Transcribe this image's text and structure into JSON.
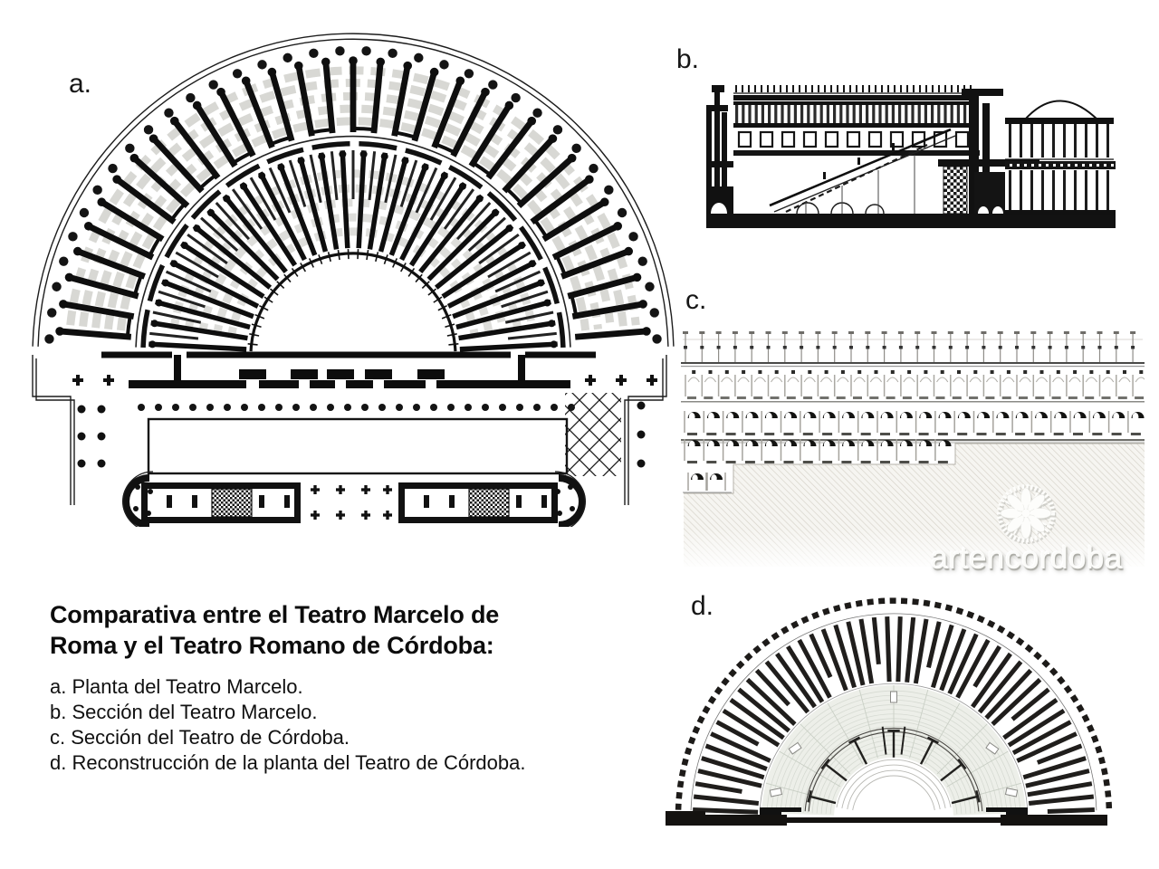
{
  "panel_labels": {
    "a": "a.",
    "b": "b.",
    "c": "c.",
    "d": "d."
  },
  "caption": {
    "title_line1": "Comparativa entre el Teatro Marcelo de",
    "title_line2": "Roma y el Teatro Romano de Córdoba:",
    "items": [
      {
        "key": "a",
        "text": "a. Planta del Teatro Marcelo."
      },
      {
        "key": "b",
        "text": "b. Sección del Teatro Marcelo."
      },
      {
        "key": "c",
        "text": "c. Sección del Teatro de Córdoba."
      },
      {
        "key": "d",
        "text": "d. Reconstrucción de la planta del Teatro de Córdoba."
      }
    ]
  },
  "figures": {
    "a": {
      "label": "a.",
      "description": "Planta del Teatro Marcelo"
    },
    "b": {
      "label": "b.",
      "description": "Sección del Teatro Marcelo"
    },
    "c": {
      "label": "c.",
      "description": "Sección del Teatro de Córdoba"
    },
    "d": {
      "label": "d.",
      "description": "Reconstrucción de la planta del Teatro de Córdoba"
    }
  },
  "watermark": {
    "text": "artencordoba",
    "logo": "rosette-logo"
  },
  "colors": {
    "ink": "#111111",
    "hatch_line": "#d7d3ca",
    "cavea_fill": "#edefe9",
    "halftone": "#98988f",
    "watermark_text": "#fbfbf9",
    "watermark_shadow": "#a9a9a3"
  }
}
